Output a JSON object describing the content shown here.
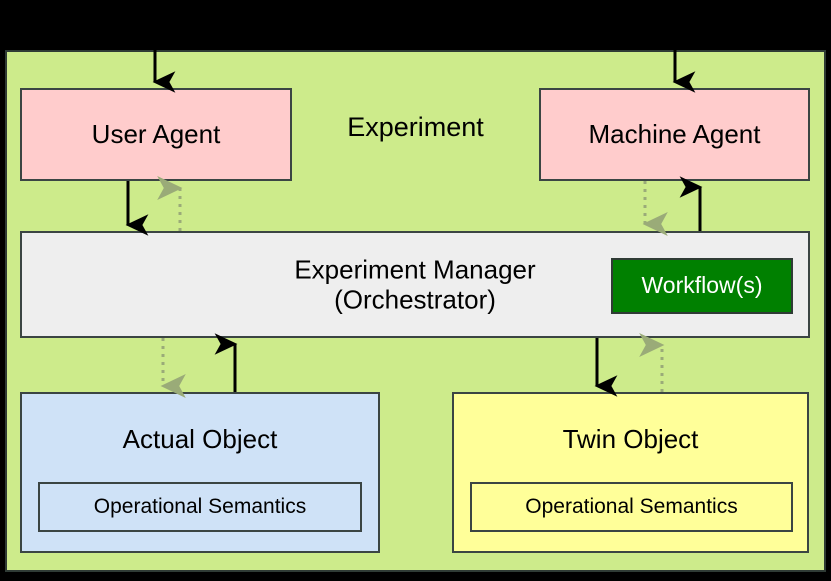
{
  "diagram": {
    "title": "Experiment",
    "background_color": "#000000",
    "container": {
      "label": "Experiment",
      "fill": "#cdeb8b",
      "stroke": "#2f3b35"
    },
    "nodes": [
      {
        "id": "user-agent",
        "label": "User Agent",
        "fill": "#ffcccc",
        "stroke": "#3b4543"
      },
      {
        "id": "machine-agent",
        "label": "Machine Agent",
        "fill": "#ffcccc",
        "stroke": "#3b4543"
      },
      {
        "id": "experiment-manager",
        "label_line1": "Experiment Manager",
        "label_line2": "(Orchestrator)",
        "fill": "#eeeeee",
        "stroke": "#3b4543"
      },
      {
        "id": "workflows",
        "label": "Workflow(s)",
        "fill": "#008000",
        "text_color": "#ffffff",
        "stroke": "#2f3b35"
      },
      {
        "id": "actual-object",
        "label": "Actual Object",
        "fill": "#cfe2f7",
        "stroke": "#3b4543",
        "inner_label": "Operational Semantics"
      },
      {
        "id": "twin-object",
        "label": "Twin Object",
        "fill": "#ffff99",
        "stroke": "#3b4543",
        "inner_label": "Operational Semantics"
      }
    ],
    "edges": [
      {
        "id": "external-to-user-agent",
        "from": "external",
        "to": "user-agent",
        "style": "solid",
        "color": "#000000",
        "direction": "down"
      },
      {
        "id": "external-to-machine-agent",
        "from": "external",
        "to": "machine-agent",
        "style": "solid",
        "color": "#000000",
        "direction": "down"
      },
      {
        "id": "user-agent-to-manager",
        "from": "user-agent",
        "to": "experiment-manager",
        "style": "solid",
        "color": "#000000",
        "direction": "down"
      },
      {
        "id": "manager-to-user-agent",
        "from": "experiment-manager",
        "to": "user-agent",
        "style": "dotted",
        "color": "#9aab78",
        "direction": "up"
      },
      {
        "id": "machine-agent-to-manager",
        "from": "experiment-manager",
        "to": "machine-agent",
        "style": "dotted",
        "color": "#9aab78",
        "direction": "down"
      },
      {
        "id": "manager-to-machine-agent",
        "from": "machine-agent",
        "to": "experiment-manager",
        "style": "solid",
        "color": "#000000",
        "direction": "up"
      },
      {
        "id": "manager-to-actual-object",
        "from": "experiment-manager",
        "to": "actual-object",
        "style": "dotted",
        "color": "#9aab78",
        "direction": "down"
      },
      {
        "id": "actual-object-to-manager",
        "from": "actual-object",
        "to": "experiment-manager",
        "style": "solid",
        "color": "#000000",
        "direction": "up"
      },
      {
        "id": "manager-to-twin-object",
        "from": "experiment-manager",
        "to": "twin-object",
        "style": "solid",
        "color": "#000000",
        "direction": "down"
      },
      {
        "id": "twin-object-to-manager",
        "from": "twin-object",
        "to": "experiment-manager",
        "style": "dotted",
        "color": "#9aab78",
        "direction": "up"
      }
    ]
  }
}
